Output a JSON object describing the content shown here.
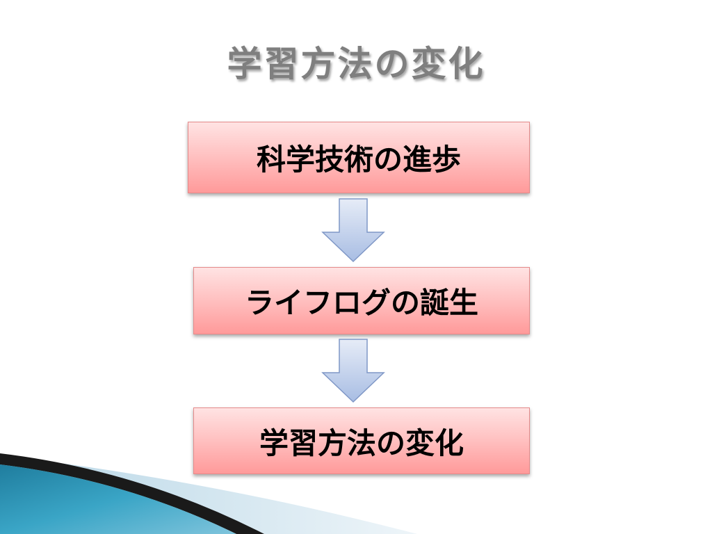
{
  "slide": {
    "title": "学習方法の変化"
  },
  "flow": {
    "steps": [
      {
        "label": "科学技術の進歩"
      },
      {
        "label": "ライフログの誕生"
      },
      {
        "label": "学習方法の変化"
      }
    ]
  },
  "colors": {
    "title_text": "#7f7f7f",
    "box_fill_top": "#ffe3e3",
    "box_fill_bottom": "#ff9a9a",
    "box_border": "#e58a8a",
    "arrow_fill_top": "#e6ecf7",
    "arrow_fill_bottom": "#a8bde3",
    "arrow_stroke": "#7f97c6",
    "swoosh_teal": "#2f8fb0",
    "swoosh_dark": "#1a1a1a",
    "swoosh_light": "#cfe3ef"
  },
  "icons": {
    "connector": "down-arrow-icon"
  }
}
